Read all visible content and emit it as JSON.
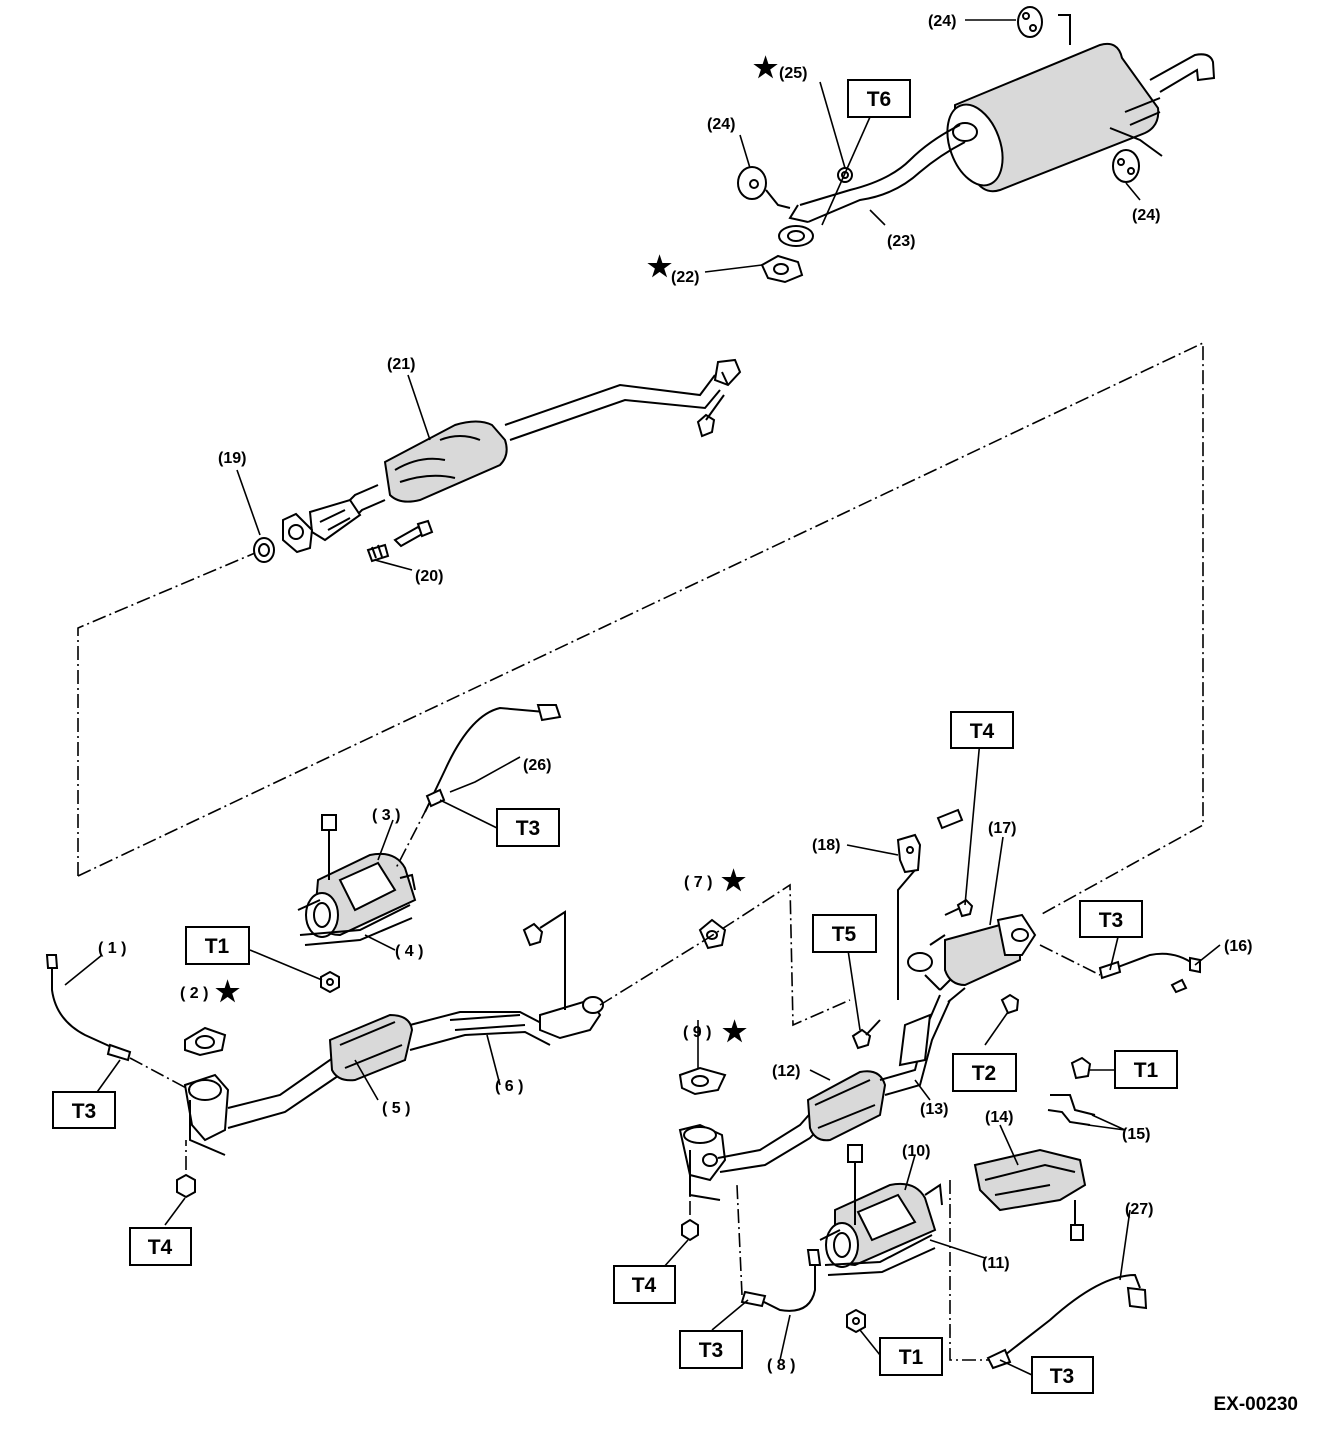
{
  "figure_code": "EX-00230",
  "star_symbol": "★",
  "callouts": {
    "c1": "( 1 )",
    "c2": "( 2 )",
    "c3": "( 3 )",
    "c4": "( 4 )",
    "c5": "( 5 )",
    "c6": "( 6 )",
    "c7": "( 7 )",
    "c8": "( 8 )",
    "c9": "( 9 )",
    "c10": "(10)",
    "c11": "(11)",
    "c12": "(12)",
    "c13": "(13)",
    "c14": "(14)",
    "c15": "(15)",
    "c16": "(16)",
    "c17": "(17)",
    "c18": "(18)",
    "c19": "(19)",
    "c20": "(20)",
    "c21": "(21)",
    "c22": "(22)",
    "c23": "(23)",
    "c24a": "(24)",
    "c24b": "(24)",
    "c24c": "(24)",
    "c25": "(25)",
    "c26": "(26)",
    "c27": "(27)"
  },
  "torque_tags": {
    "t6": "T6",
    "t4_top": "T4",
    "t3_sensor26": "T3",
    "t1_left": "T1",
    "t5": "T5",
    "t3_sensor16": "T3",
    "t2": "T2",
    "t1_right": "T1",
    "t3_sensor1": "T3",
    "t4_left": "T4",
    "t4_right": "T4",
    "t3_sensor8": "T3",
    "t1_bottom": "T1",
    "t3_sensor27": "T3"
  }
}
